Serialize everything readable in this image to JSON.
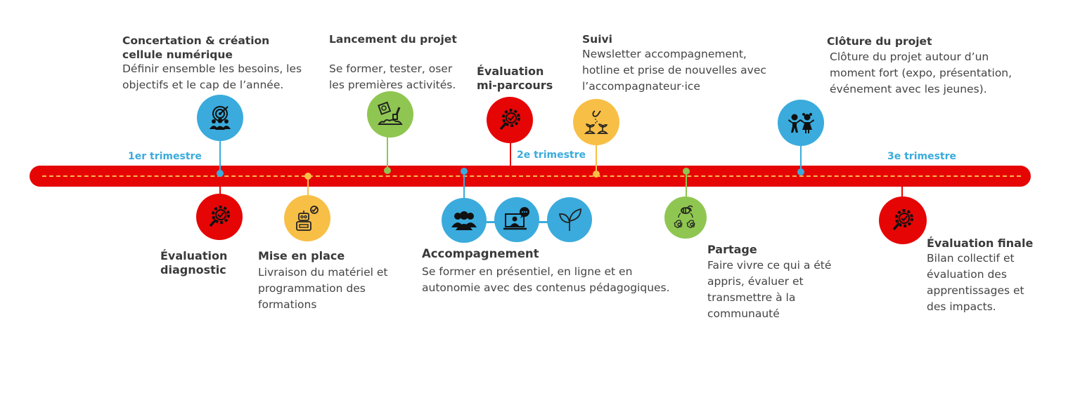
{
  "colors": {
    "timeline_bar": "#e60505",
    "dash": "#f7b84b",
    "blue": "#3aabdc",
    "red": "#e60505",
    "green": "#8fc651",
    "yellow": "#f8bf47",
    "text": "#3d3d3d"
  },
  "trimesters": [
    {
      "label": "1er trimestre"
    },
    {
      "label": "2e trimestre"
    },
    {
      "label": "3e trimestre"
    }
  ],
  "milestones_top": [
    {
      "title": "Concertation & création cellule numérique",
      "title_line1": "Concertation & création",
      "title_line2": "cellule numérique",
      "desc_line1": "Définir ensemble les besoins, les",
      "desc_line2": "objectifs et le cap de l’année.",
      "icon": "target-team-icon",
      "color": "blue"
    },
    {
      "title": "Lancement du projet",
      "desc_line1": "Se former, tester, oser",
      "desc_line2": "les premières activités.",
      "icon": "seed-packet-trowel-icon",
      "color": "green"
    },
    {
      "title": "Évaluation mi-parcours",
      "title_line1": "Évaluation",
      "title_line2": "mi-parcours",
      "icon": "gear-magnifier-check-icon",
      "color": "red"
    },
    {
      "title": "Suivi",
      "desc_line1": "Newsletter accompagnement,",
      "desc_line2": "hotline et prise de nouvelles avec",
      "desc_line3": "l’accompagnateur·ice",
      "icon": "hand-sowing-seeds-icon",
      "color": "yellow"
    },
    {
      "title": "Clôture du projet",
      "desc_line1": "Clôture du projet autour d’un",
      "desc_line2": "moment fort (expo, présentation,",
      "desc_line3": "événement avec les jeunes).",
      "icon": "children-playing-icon",
      "color": "blue"
    }
  ],
  "milestones_bottom": [
    {
      "title": "Évaluation diagnostic",
      "title_line1": "Évaluation",
      "title_line2": "diagnostic",
      "icon": "gear-magnifier-check-icon",
      "color": "red"
    },
    {
      "title": "Mise en place",
      "desc_line1": "Livraison du matériel et",
      "desc_line2": "programmation des",
      "desc_line3": "formations",
      "icon": "robot-check-icon",
      "color": "yellow"
    },
    {
      "title": "Accompagnement",
      "desc_line1": "Se former en présentiel, en ligne et en",
      "desc_line2": "autonomie avec des contenus pédagogiques.",
      "icons": [
        "group-people-icon",
        "video-call-icon",
        "sprout-icon"
      ],
      "color": "blue"
    },
    {
      "title": "Partage",
      "desc_line1": "Faire vivre ce qui a été",
      "desc_line2": "appris, évaluer et",
      "desc_line3": "transmettre à la",
      "desc_line4": "communauté",
      "icon": "bee-pollination-icon",
      "color": "green"
    },
    {
      "title": "Évaluation finale",
      "desc_line1": "Bilan collectif et",
      "desc_line2": "évaluation des",
      "desc_line3": "apprentissages et",
      "desc_line4": "des impacts.",
      "icon": "gear-magnifier-check-icon",
      "color": "red"
    }
  ]
}
